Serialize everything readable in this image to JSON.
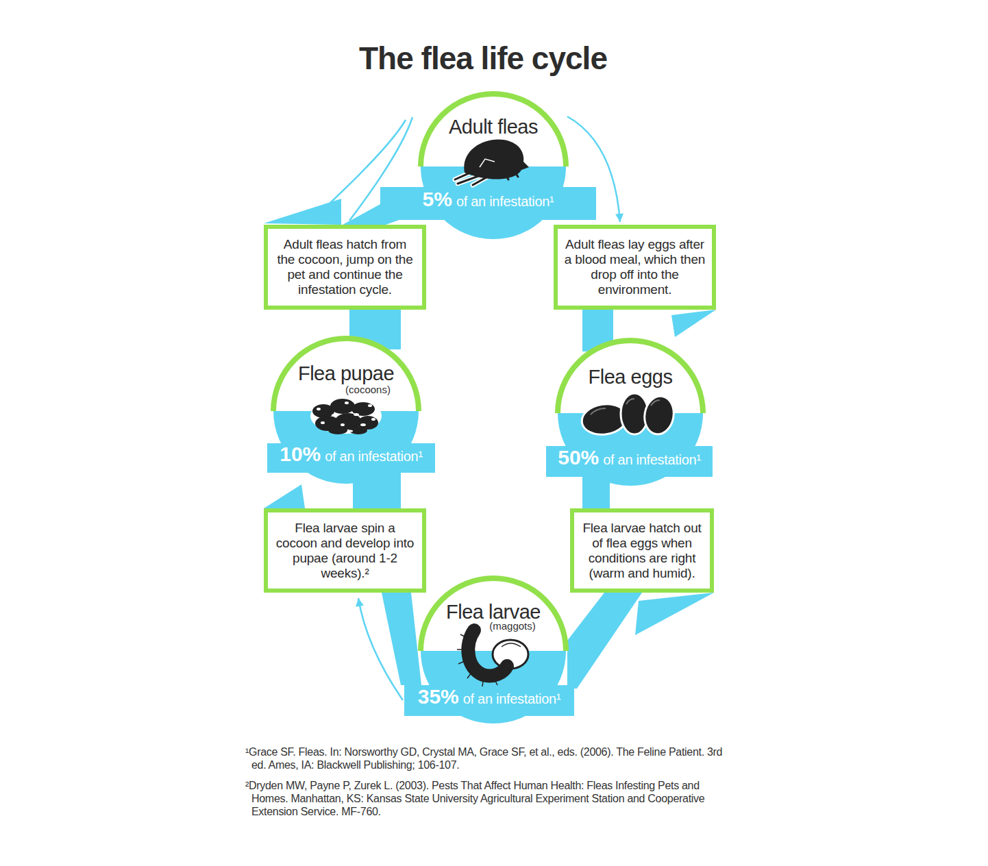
{
  "diagram": {
    "title": "The flea life cycle",
    "nodes": [
      {
        "text": [
          "Adult fleas",
          "5%",
          "of an infestation¹"
        ]
      },
      {
        "text": [
          "Adult fleas hatch from the cocoon, jump on the pet and continue the infestation cycle."
        ]
      },
      {
        "text": [
          "Adult fleas lay eggs after a blood meal, which then drop off into the environment."
        ]
      },
      {
        "text": [
          "Flea pupae",
          "(cocoons)",
          "10%",
          "of an infestation¹"
        ]
      },
      {
        "text": [
          "Flea eggs",
          "50%",
          "of an infestation¹"
        ]
      },
      {
        "text": [
          "Flea larvae spin a cocoon and develop into pupae (around 1-2 weeks).²"
        ]
      },
      {
        "text": [
          "Flea larvae hatch out of flea eggs when conditions are right (warm and humid)."
        ]
      },
      {
        "text": [
          "Flea larvae",
          "(maggots)",
          "35%",
          "of an infestation¹"
        ]
      }
    ],
    "edges": [
      {
        "from": 0,
        "to": 2,
        "arrow": "to"
      },
      {
        "from": 2,
        "to": 4,
        "arrow": "to"
      },
      {
        "from": 4,
        "to": 6,
        "arrow": "none"
      },
      {
        "from": 6,
        "to": 7,
        "arrow": "to"
      },
      {
        "from": 7,
        "to": 5,
        "arrow": "to"
      },
      {
        "from": 5,
        "to": 3,
        "arrow": "to"
      },
      {
        "from": 3,
        "to": 1,
        "arrow": "none"
      },
      {
        "from": 1,
        "to": 0,
        "arrow": "to"
      }
    ],
    "labels": [
      "¹Grace SF. Fleas. In: Norsworthy GD, Crystal MA, Grace SF, et al., eds. (2006). The Feline Patient. 3rd ed. Ames, IA: Blackwell Publishing; 106-107.",
      "²Dryden MW, Payne P, Zurek L. (2003). Pests That Affect Human Health: Fleas Infesting Pets and Homes. Manhattan, KS: Kansas State University Agricultural Experiment Station and Cooperative Extension Service. MF-760."
    ]
  }
}
